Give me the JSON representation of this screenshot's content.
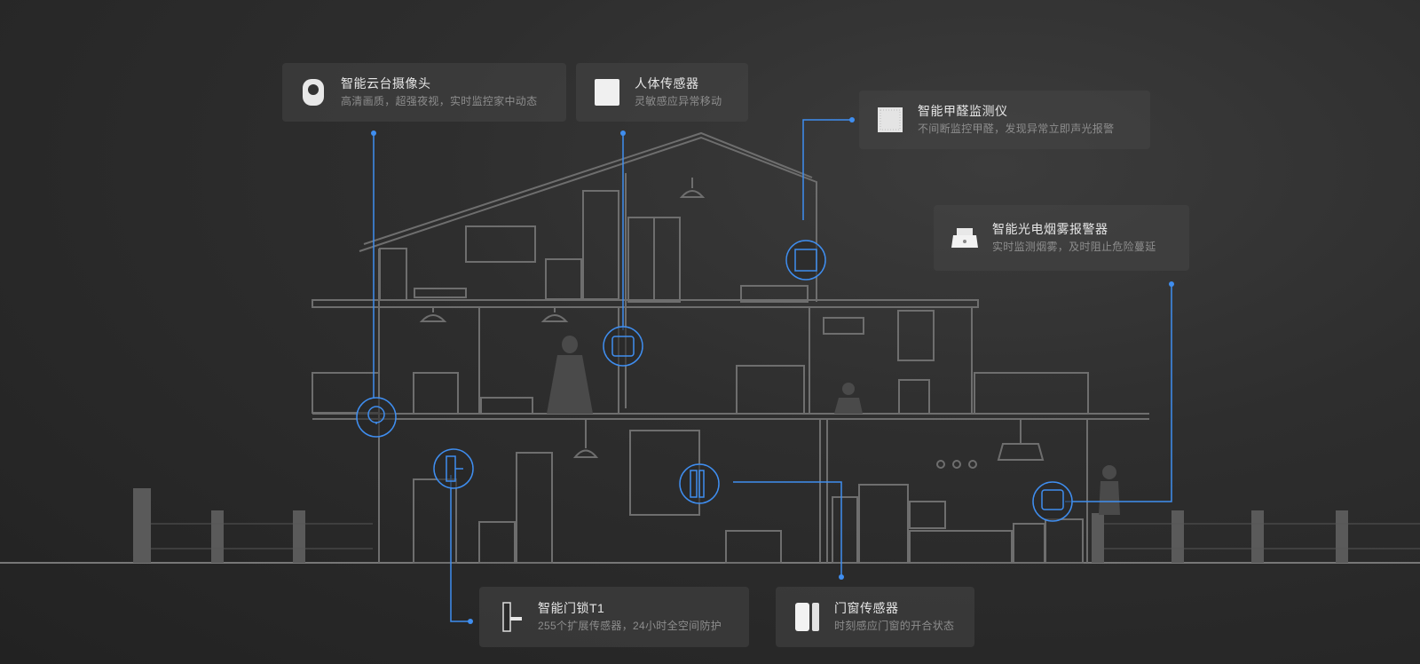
{
  "accent_color": "#3f8ef0",
  "line_color": "#6a6a6a",
  "devices": {
    "camera": {
      "title": "智能云台摄像头",
      "desc": "高清画质，超强夜视，实时监控家中动态",
      "icon": "camera-icon"
    },
    "body_sensor": {
      "title": "人体传感器",
      "desc": "灵敏感应异常移动",
      "icon": "motion-sensor-icon"
    },
    "formaldehyde": {
      "title": "智能甲醛监测仪",
      "desc": "不间断监控甲醛，发现异常立即声光报警",
      "icon": "formaldehyde-monitor-icon"
    },
    "smoke": {
      "title": "智能光电烟雾报警器",
      "desc": "实时监测烟雾，及时阻止危险蔓延",
      "icon": "smoke-alarm-icon"
    },
    "lock": {
      "title": "智能门锁T1",
      "desc": "255个扩展传感器，24小时全空间防护",
      "icon": "door-lock-icon"
    },
    "door_window": {
      "title": "门窗传感器",
      "desc": "时刻感应门窗的开合状态",
      "icon": "door-window-sensor-icon"
    }
  }
}
